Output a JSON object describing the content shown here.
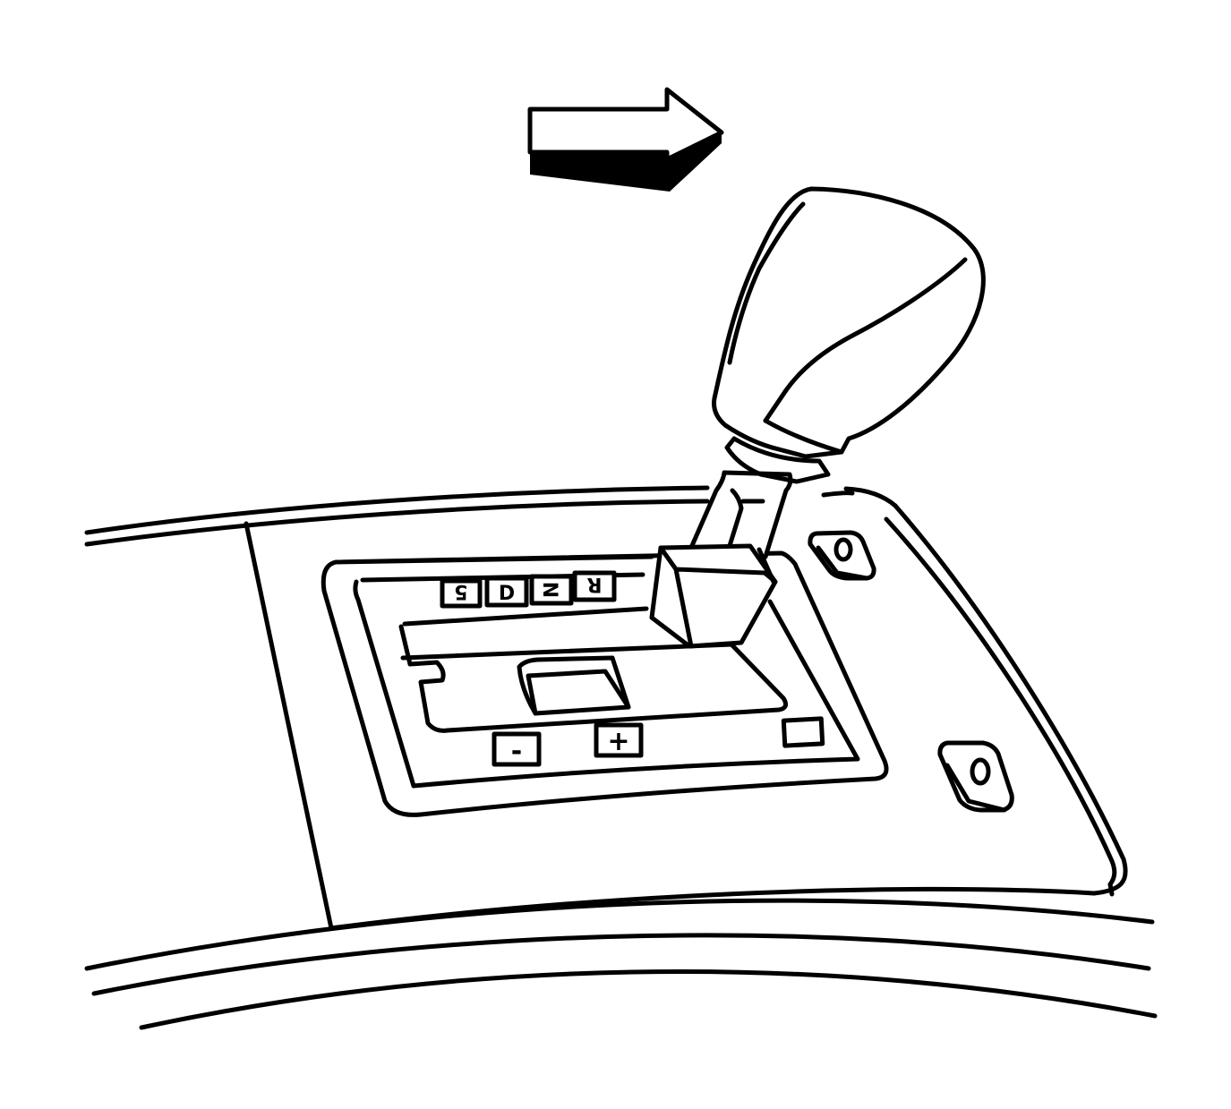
{
  "diagram": {
    "gear_labels": [
      "5",
      "D",
      "N",
      "R"
    ],
    "minus_label": "-",
    "plus_label": "+",
    "arrow_direction": "right",
    "colors": {
      "line": "#000000",
      "background": "#ffffff"
    }
  }
}
